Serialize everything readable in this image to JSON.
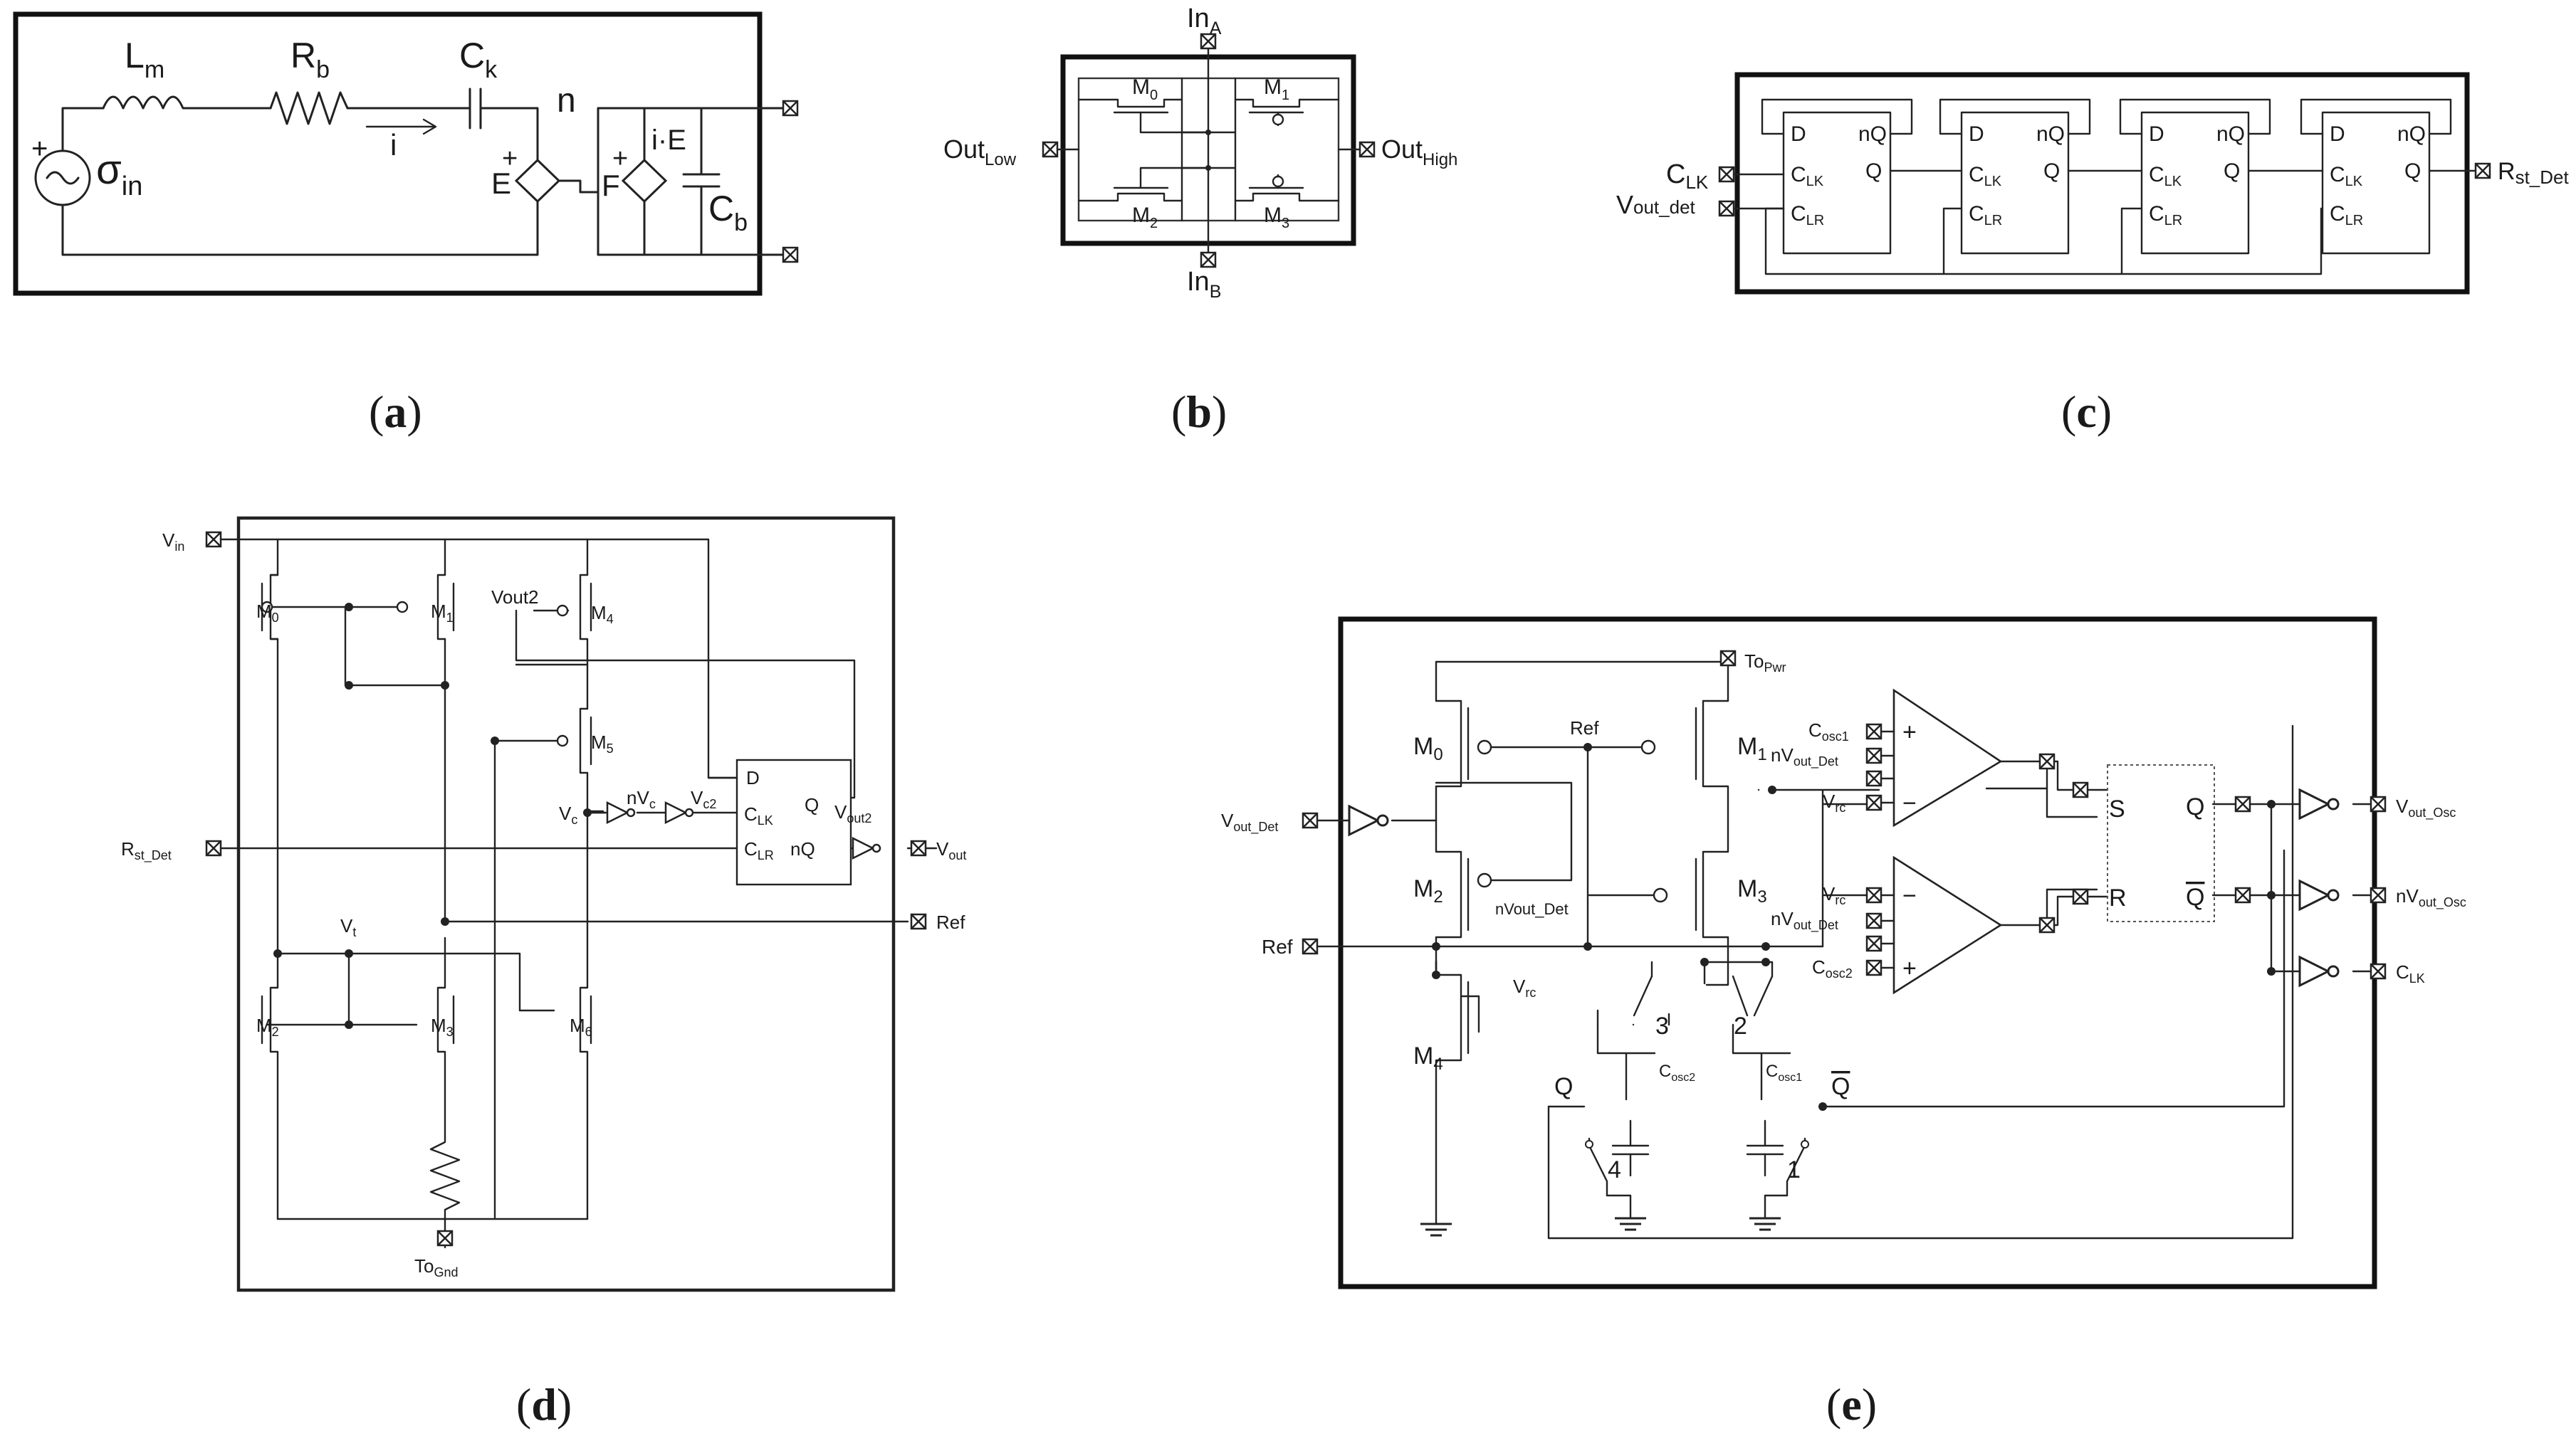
{
  "panels": {
    "a": {
      "caption": "a",
      "labels": {
        "lm": "L",
        "lm_sub": "m",
        "rb": "R",
        "rb_sub": "b",
        "ck": "C",
        "ck_sub": "k",
        "n": "n",
        "i": "i",
        "sigma": "σ",
        "sigma_sub": "in",
        "e": "E",
        "f": "F",
        "ie": "i·E",
        "cb": "C",
        "cb_sub": "b",
        "plus": "+"
      }
    },
    "b": {
      "caption": "b",
      "labels": {
        "ina": "In",
        "ina_sub": "A",
        "inb": "In",
        "inb_sub": "B",
        "outlow": "Out",
        "outlow_sub": "Low",
        "outhigh": "Out",
        "outhigh_sub": "High",
        "m0": "M",
        "m0_sub": "0",
        "m1": "M",
        "m1_sub": "1",
        "m2": "M",
        "m2_sub": "2",
        "m3": "M",
        "m3_sub": "3"
      }
    },
    "c": {
      "caption": "c",
      "labels": {
        "clk": "C",
        "clk_sub": "LK",
        "vout": "V",
        "vout_sub": "out_det",
        "rst": "R",
        "rst_sub": "st_Det",
        "d": "D",
        "nq": "nQ",
        "q": "Q",
        "ff_clk": "C",
        "ff_clk_sub": "LK",
        "ff_clr": "C",
        "ff_clr_sub": "LR"
      }
    },
    "d": {
      "caption": "d",
      "labels": {
        "vin": "V",
        "vin_sub": "in",
        "m0": "M",
        "m0_sub": "0",
        "m1": "M",
        "m1_sub": "1",
        "m2": "M",
        "m2_sub": "2",
        "m3": "M",
        "m3_sub": "3",
        "m4": "M",
        "m4_sub": "4",
        "m5": "M",
        "m5_sub": "5",
        "m6": "M",
        "m6_sub": "6",
        "vout2_in": "Vout2",
        "vc": "V",
        "vc_sub": "c",
        "nvc": "nV",
        "nvc_sub": "c",
        "vc2": "V",
        "vc2_sub": "c2",
        "d": "D",
        "q": "Q",
        "nq": "nQ",
        "clk": "C",
        "clk_sub": "LK",
        "clr": "C",
        "clr_sub": "LR",
        "vout2": "V",
        "vout2_sub": "out2",
        "vout": "V",
        "vout_sub": "out",
        "rst": "R",
        "rst_sub": "st_Det",
        "ref": "Ref",
        "vt": "V",
        "vt_sub": "t",
        "togn": "To",
        "togn_sub": "Gnd"
      }
    },
    "e": {
      "caption": "e",
      "labels": {
        "topwr": "To",
        "topwr_sub": "Pwr",
        "m0": "M",
        "m0_sub": "0",
        "m1": "M",
        "m1_sub": "1",
        "m2": "M",
        "m2_sub": "2",
        "m3": "M",
        "m3_sub": "3",
        "m4": "M",
        "m4_sub": "4",
        "ref_top": "Ref",
        "nvoutdet": "nVout_Det",
        "voutdet": "V",
        "voutdet_sub": "out_Det",
        "ref": "Ref",
        "vrc": "V",
        "vrc_sub": "rc",
        "cosc1": "C",
        "cosc1_sub": "osc1",
        "cosc2": "C",
        "cosc2_sub": "osc2",
        "nvout": "nV",
        "nvout_sub": "out_Det",
        "s": "S",
        "r": "R",
        "q": "Q",
        "qbar": "Q",
        "vout_osc": "V",
        "vout_osc_sub": "out_Osc",
        "nvout_osc": "nV",
        "nvout_osc_sub": "out_Osc",
        "clk": "C",
        "clk_sub": "LK",
        "sw1": "1",
        "sw2": "2",
        "sw3": "3",
        "sw4": "4",
        "plus": "+",
        "minus": "−"
      }
    }
  }
}
